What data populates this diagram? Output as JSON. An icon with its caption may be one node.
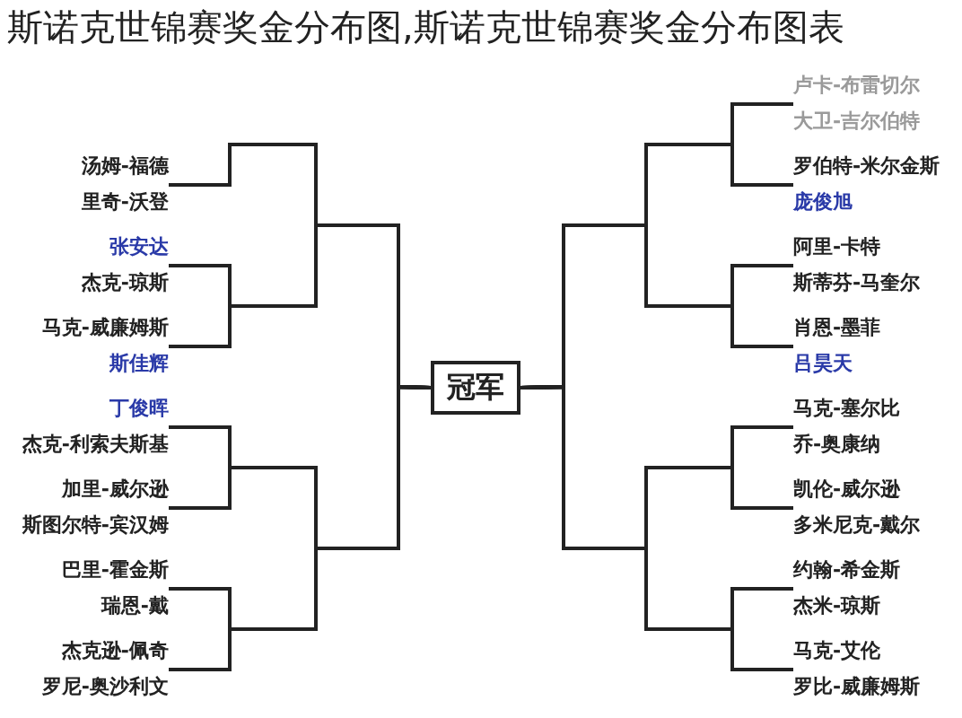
{
  "diagram": {
    "title": "斯诺克世锦赛奖金分布图,斯诺克世锦赛奖金分布图表",
    "nodes": [
      {
        "text": [
          "汤姆-福德",
          "里奇-沃登"
        ]
      },
      {
        "text": [
          "张安达",
          "杰克-琼斯"
        ]
      },
      {
        "text": [
          "马克-威廉姆斯",
          "斯佳辉"
        ]
      },
      {
        "text": [
          "丁俊晖",
          "杰克-利索夫斯基"
        ]
      },
      {
        "text": [
          "加里-威尔逊",
          "斯图尔特-宾汉姆"
        ]
      },
      {
        "text": [
          "巴里-霍金斯",
          "瑞恩-戴"
        ]
      },
      {
        "text": [
          "杰克逊-佩奇",
          "罗尼-奥沙利文"
        ]
      },
      {
        "text": [
          "冠军"
        ]
      },
      {
        "text": [
          "卢卡-布雷切尔",
          "大卫-吉尔伯特"
        ]
      },
      {
        "text": [
          "罗伯特-米尔金斯",
          "庞俊旭"
        ]
      },
      {
        "text": [
          "阿里-卡特",
          "斯蒂芬-马奎尔"
        ]
      },
      {
        "text": [
          "肖恩-墨菲",
          "吕昊天"
        ]
      },
      {
        "text": [
          "马克-塞尔比",
          "乔-奥康纳"
        ]
      },
      {
        "text": [
          "凯伦-威尔逊",
          "多米尼克-戴尔"
        ]
      },
      {
        "text": [
          "约翰-希金斯",
          "杰米-琼斯"
        ]
      },
      {
        "text": [
          "马克-艾伦",
          "罗比-威廉姆斯"
        ]
      }
    ],
    "edges": [
      {
        "from": 0,
        "to": 7,
        "arrow": "none"
      },
      {
        "from": 1,
        "to": 7,
        "arrow": "none"
      },
      {
        "from": 2,
        "to": 7,
        "arrow": "none"
      },
      {
        "from": 3,
        "to": 7,
        "arrow": "none"
      },
      {
        "from": 4,
        "to": 7,
        "arrow": "none"
      },
      {
        "from": 5,
        "to": 7,
        "arrow": "none"
      },
      {
        "from": 6,
        "to": 7,
        "arrow": "none"
      },
      {
        "from": 8,
        "to": 7,
        "arrow": "none"
      },
      {
        "from": 9,
        "to": 7,
        "arrow": "none"
      },
      {
        "from": 10,
        "to": 7,
        "arrow": "none"
      },
      {
        "from": 11,
        "to": 7,
        "arrow": "none"
      },
      {
        "from": 12,
        "to": 7,
        "arrow": "none"
      },
      {
        "from": 13,
        "to": 7,
        "arrow": "none"
      },
      {
        "from": 14,
        "to": 7,
        "arrow": "none"
      },
      {
        "from": 15,
        "to": 7,
        "arrow": "none"
      }
    ]
  }
}
